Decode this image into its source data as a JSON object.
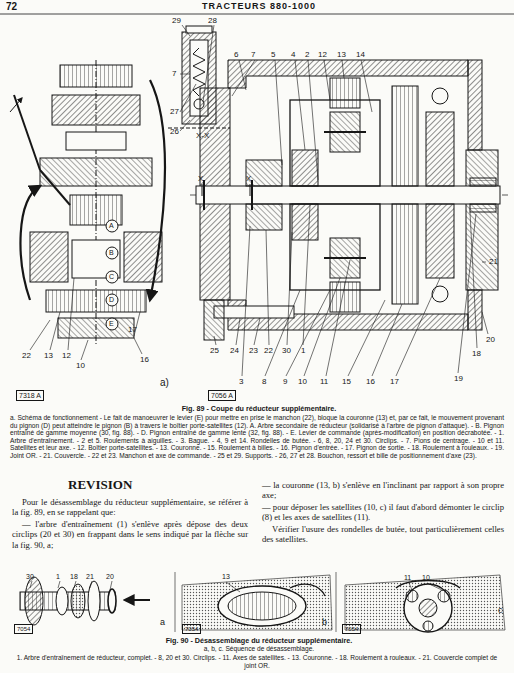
{
  "diagram": {
    "title": "TRACTEURS 880-1000",
    "caption": "Fig. 89 - Coupe du réducteur supplémentaire.",
    "labels": [
      "72",
      "29",
      "28",
      "7",
      "27",
      "26",
      "X-X",
      "6",
      "7",
      "5",
      "4",
      "2",
      "12",
      "13",
      "14",
      "X",
      "X",
      "21",
      "20",
      "18",
      "25",
      "24",
      "23",
      "22",
      "30",
      "1",
      "3",
      "8",
      "9",
      "10",
      "11",
      "15",
      "16",
      "17",
      "19",
      "A",
      "B",
      "C",
      "D",
      "E",
      "22",
      "13",
      "12",
      "10",
      "17",
      "16",
      "7318 A",
      "7056 A",
      "a)",
      "a. Schéma de fonctionnement - Le fait de manoeuvrer le levier (E) pour mettre en prise le manchon (22), bloque la couronne (13) et, par ce fait, le mouvement provenant du pignon (D) peut atteindre le pignon (B) à travers le boîtier porte-satellites (12). A. Arbre secondaire de réducteur (solidarisé à l'arbre de pignon d'attaque). - B. Pignon entraîné de gamme moyenne (30, fig. 88). - D. Pignon entraîné de gamme lente (32, fig. 88). - E. Levier de commande (après-modification) en position décrabotée. - 1. Arbre d'entraînement. - 2 et 5. Roulements à aiguilles. - 3. Bague. - 4, 9 et 14. Rondelles de butée. - 6, 8, 20, 24 et 30. Circlips. - 7. Pions de centrage. - 10 et 11. Satellites et leur axe. - 12. Boîtier porte-satellites. - 13. Couronne. - 15. Roulement à billes. - 16. Pignon d'entrée. - 17. Pignon de sortie. - 18. Roulement à rouleaux. - 19. Joint OR. - 21. Couvercle. - 22 et 23. Manchon et axe de commande. - 25 et 29. Supports. - 26, 27 et 28. Bouchon, ressort et bille de positionnement d'axe (23).",
      "REVISION",
      "Pour le désassemblage du réducteur supplémentaire, se référer à la fig. 89, en se rappelant que:",
      "— l'arbre d'entraînement (1) s'enlève après dépose des deux circlips (20 et 30) en frappant dans le sens indiqué par la flèche sur la fig. 90, a;",
      "— la couronne (13, b) s'enlève en l'inclinant par rapport à son propre axe;",
      "— pour déposer les satellites (10, c) il faut d'abord démonter le circlip (8) et les axes de satellites (11).",
      "Vérifier l'usure des rondelles de butée, tout particulièrement celles des satellites.",
      "30",
      "1",
      "18",
      "21",
      "20",
      "a",
      "7054",
      "13",
      "b",
      "7054",
      "11",
      "10",
      "c",
      "7054",
      "Fig. 90 - Désassemblage du réducteur supplémentaire.",
      "a, b, c. Séquence de désassemblage.",
      "1. Arbre d'entraînement de réducteur, complet. - 8, 20 et 30. Circlips. - 11. Axes de satellites. - 13. Couronne. - 18. Roulement à rouleaux. - 21. Couvercle complet de joint OR."
    ]
  }
}
